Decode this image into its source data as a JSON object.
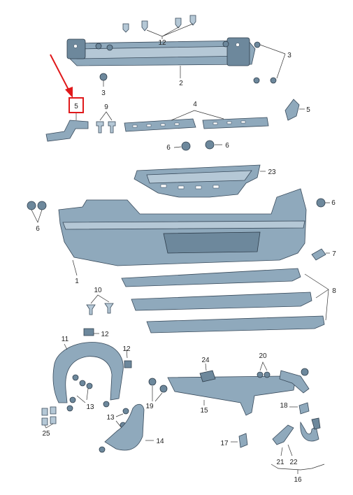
{
  "diagram": {
    "highlight": {
      "label": "5",
      "color": "#e0191b"
    },
    "part_color": "#8fa9bc",
    "labels": [
      {
        "id": "lbl-12-top",
        "text": "12"
      },
      {
        "id": "lbl-2",
        "text": "2"
      },
      {
        "id": "lbl-3-right",
        "text": "3"
      },
      {
        "id": "lbl-3-left",
        "text": "3"
      },
      {
        "id": "lbl-5-left",
        "text": "5"
      },
      {
        "id": "lbl-9",
        "text": "9"
      },
      {
        "id": "lbl-4",
        "text": "4"
      },
      {
        "id": "lbl-5-right",
        "text": "5"
      },
      {
        "id": "lbl-6-mid-left",
        "text": "6"
      },
      {
        "id": "lbl-6-mid-right",
        "text": "6"
      },
      {
        "id": "lbl-23",
        "text": "23"
      },
      {
        "id": "lbl-6-left",
        "text": "6"
      },
      {
        "id": "lbl-6-right",
        "text": "6"
      },
      {
        "id": "lbl-7",
        "text": "7"
      },
      {
        "id": "lbl-1",
        "text": "1"
      },
      {
        "id": "lbl-8",
        "text": "8"
      },
      {
        "id": "lbl-10",
        "text": "10"
      },
      {
        "id": "lbl-12-mid",
        "text": "12"
      },
      {
        "id": "lbl-11",
        "text": "11"
      },
      {
        "id": "lbl-12-low",
        "text": "12"
      },
      {
        "id": "lbl-13-a",
        "text": "13"
      },
      {
        "id": "lbl-13-b",
        "text": "13"
      },
      {
        "id": "lbl-24",
        "text": "24"
      },
      {
        "id": "lbl-20",
        "text": "20"
      },
      {
        "id": "lbl-19",
        "text": "19"
      },
      {
        "id": "lbl-15",
        "text": "15"
      },
      {
        "id": "lbl-18",
        "text": "18"
      },
      {
        "id": "lbl-25",
        "text": "25"
      },
      {
        "id": "lbl-14",
        "text": "14"
      },
      {
        "id": "lbl-17",
        "text": "17"
      },
      {
        "id": "lbl-21",
        "text": "21"
      },
      {
        "id": "lbl-22",
        "text": "22"
      },
      {
        "id": "lbl-16",
        "text": "16"
      }
    ]
  }
}
